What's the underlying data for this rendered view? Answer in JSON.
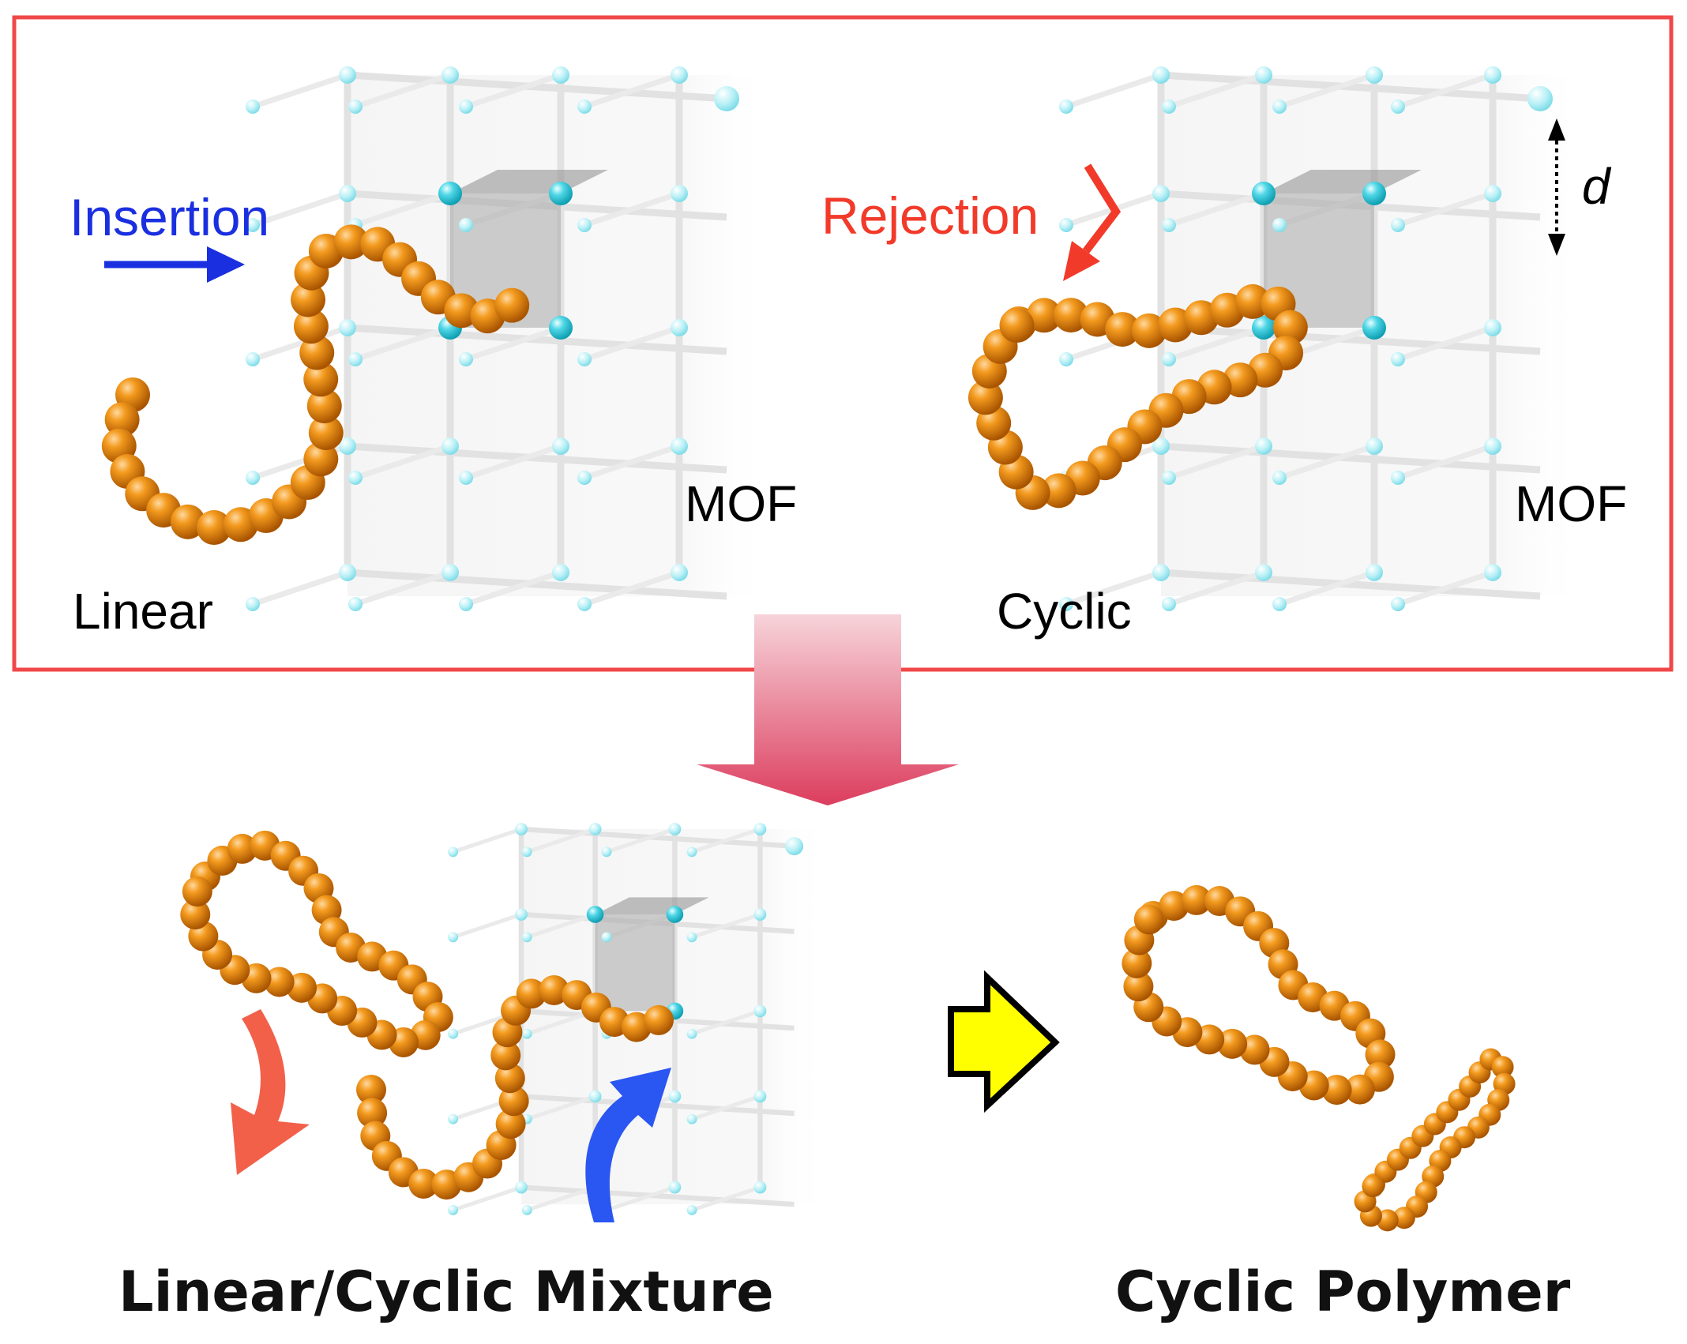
{
  "labels": {
    "insertion": "Insertion",
    "rejection": "Rejection",
    "distance": "d",
    "mof_left": "MOF",
    "mof_right": "MOF",
    "linear": "Linear",
    "cyclic": "Cyclic",
    "mixture_caption": "Linear/Cyclic Mixture",
    "product_caption": "Cyclic Polymer"
  },
  "colors": {
    "frame_border": "#f04848",
    "insertion": "#1a2fe0",
    "rejection": "#f23a2a",
    "bead": "#ef8a0c",
    "bead_dark": "#b85e04",
    "node": "#4fd6e6",
    "node_dark": "#11b6c8",
    "rod": "#dcdcdc",
    "pore_shade": "#9a9a9a",
    "transition_arrow_top": "#f5c2cc",
    "transition_arrow_bottom": "#de4866",
    "result_arrow": "#ffff00",
    "curved_red_arrow": "#f2604a",
    "curved_blue_arrow": "#2a56f2"
  },
  "icons": {
    "transition": "down-arrow-icon",
    "result": "right-arrow-icon",
    "insertion": "right-arrow-icon",
    "rejection": "bent-arrow-icon",
    "distance": "double-headed-arrow-icon"
  }
}
